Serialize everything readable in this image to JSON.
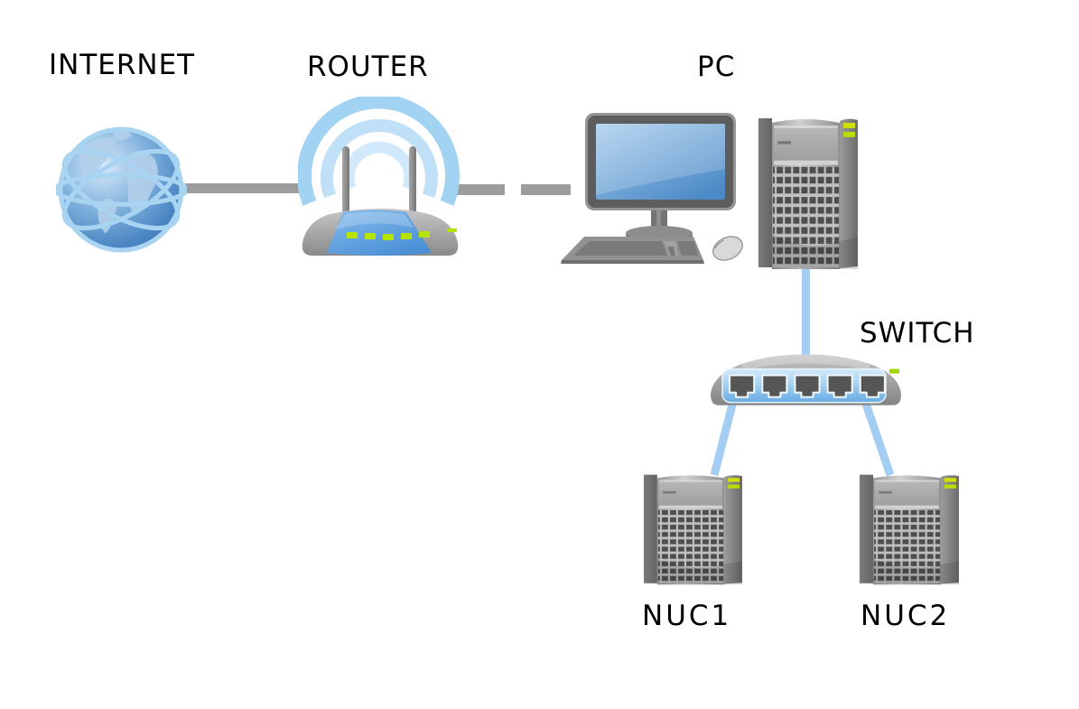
{
  "diagram": {
    "type": "network-topology",
    "nodes": [
      {
        "id": "internet",
        "label": "INTERNET",
        "icon": "globe-icon"
      },
      {
        "id": "router",
        "label": "ROUTER",
        "icon": "wifi-router-icon"
      },
      {
        "id": "pc",
        "label": "PC",
        "icon": "desktop-computer-icon"
      },
      {
        "id": "switch",
        "label": "SWITCH",
        "icon": "ethernet-switch-icon"
      },
      {
        "id": "nuc1",
        "label": "NUC1",
        "icon": "server-tower-icon"
      },
      {
        "id": "nuc2",
        "label": "NUC2",
        "icon": "server-tower-icon"
      }
    ],
    "connections": [
      {
        "from": "internet",
        "to": "router",
        "style": "solid",
        "color": "#9c9c9c"
      },
      {
        "from": "router",
        "to": "pc",
        "style": "dashed",
        "color": "#9c9c9c"
      },
      {
        "from": "pc",
        "to": "switch",
        "style": "solid",
        "color": "#a3cdf3"
      },
      {
        "from": "switch",
        "to": "nuc1",
        "style": "solid",
        "color": "#a3cdf3"
      },
      {
        "from": "switch",
        "to": "nuc2",
        "style": "solid",
        "color": "#a3cdf3"
      }
    ],
    "colors": {
      "background": "#ffffff",
      "label_text": "#000000",
      "wan_link_gray": "#9c9c9c",
      "lan_link_blue": "#a3cdf3",
      "led_green": "#b8dc00",
      "device_blue": "#5b9bd5",
      "device_gray": "#9e9e9e",
      "wifi_wave_blue": "#a3d3f2"
    }
  }
}
